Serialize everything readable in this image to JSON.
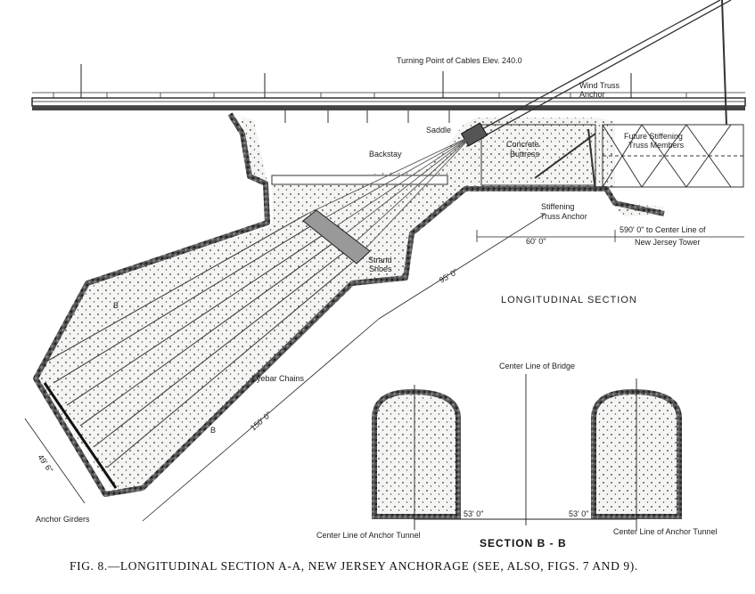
{
  "labels": {
    "turning_point": "Turning Point of Cables Elev. 240.0",
    "wind_truss_1": "Wind Truss",
    "wind_truss_2": "Anchor",
    "saddle": "Saddle",
    "backstay": "Backstay",
    "concrete_1": "Concrete",
    "concrete_2": "Buttress",
    "future_1": "Future Stiffening",
    "future_2": "Truss Members",
    "stiffening_1": "Stiffening",
    "stiffening_2": "Truss Anchor",
    "strand_1": "Strand",
    "strand_2": "Shoes",
    "eyebar": "Eyebar Chains",
    "anchor_girders": "Anchor Girders",
    "b_mark_upper": "B",
    "b_mark_lower": "B",
    "centerline_bridge": "Center Line of Bridge",
    "centerline_tunnel_left": "Center Line of Anchor Tunnel",
    "centerline_tunnel_right": "Center Line of Anchor Tunnel"
  },
  "dimensions": {
    "d60": "60' 0\"",
    "d590_1": "590' 0\" to Center Line of",
    "d590_2": "New Jersey Tower",
    "d95": "95' 0\"",
    "d150": "150' 0\"",
    "d49": "49' 6\"",
    "d53_left": "53' 0\"",
    "d53_right": "53' 0\""
  },
  "sections": {
    "longitudinal": "LONGITUDINAL SECTION",
    "section_bb": "SECTION B - B"
  },
  "caption": "FIG. 8.—LONGITUDINAL SECTION A-A, NEW JERSEY ANCHORAGE (SEE, ALSO, FIGS. 7 AND 9)."
}
